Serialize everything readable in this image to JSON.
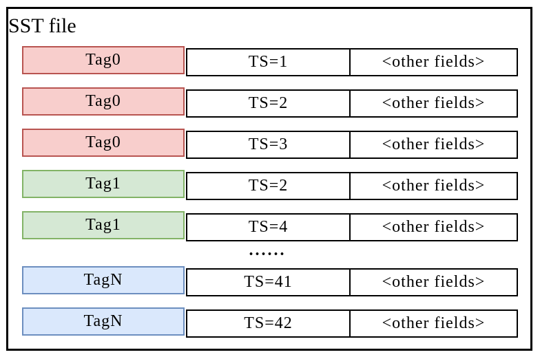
{
  "diagram": {
    "title": "SST file",
    "ellipsis": "......",
    "colors": {
      "red": {
        "fill": "#f8cecc",
        "stroke": "#b85450"
      },
      "green": {
        "fill": "#d5e8d4",
        "stroke": "#82b366"
      },
      "blue": {
        "fill": "#dae8fc",
        "stroke": "#6c8ebf"
      },
      "record_stroke": "#000000"
    },
    "rows": [
      {
        "tag": "Tag0",
        "ts": "TS=1",
        "other_fields": "<other fields>",
        "color": "red"
      },
      {
        "tag": "Tag0",
        "ts": "TS=2",
        "other_fields": "<other fields>",
        "color": "red"
      },
      {
        "tag": "Tag0",
        "ts": "TS=3",
        "other_fields": "<other fields>",
        "color": "red"
      },
      {
        "tag": "Tag1",
        "ts": "TS=2",
        "other_fields": "<other fields>",
        "color": "green"
      },
      {
        "tag": "Tag1",
        "ts": "TS=4",
        "other_fields": "<other fields>",
        "color": "green"
      },
      {
        "tag": "TagN",
        "ts": "TS=41",
        "other_fields": "<other fields>",
        "color": "blue"
      },
      {
        "tag": "TagN",
        "ts": "TS=42",
        "other_fields": "<other fields>",
        "color": "blue"
      }
    ]
  }
}
